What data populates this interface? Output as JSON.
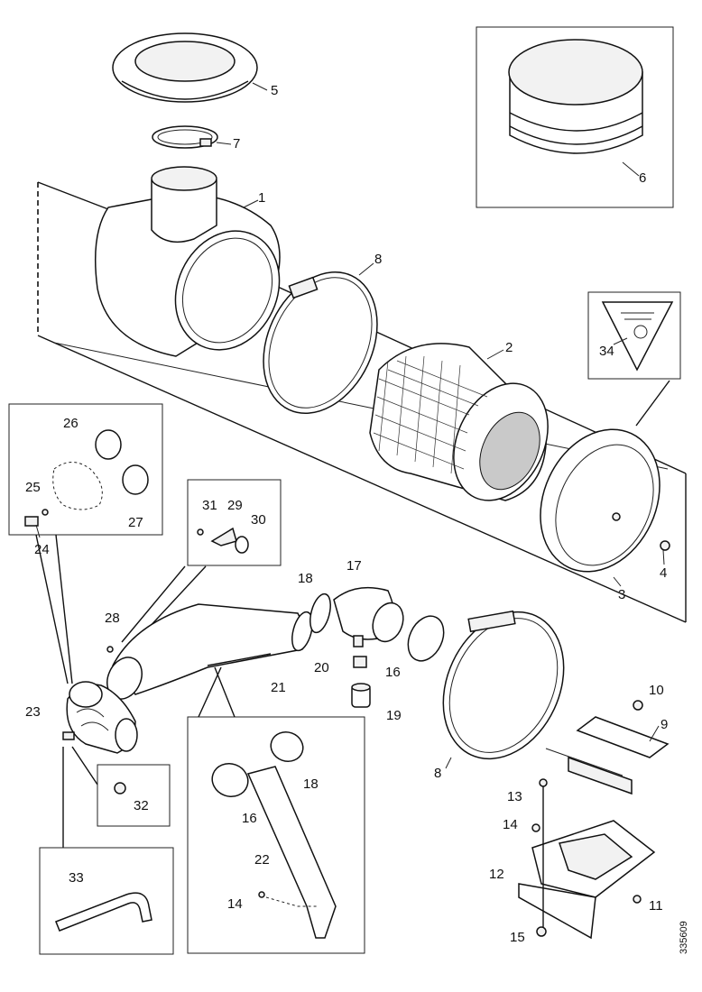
{
  "labels": {
    "p1": "1",
    "p2": "2",
    "p3": "3",
    "p4": "4",
    "p5": "5",
    "p6": "6",
    "p7": "7",
    "p8a": "8",
    "p8b": "8",
    "p9": "9",
    "p10": "10",
    "p11": "11",
    "p12": "12",
    "p13": "13",
    "p14a": "14",
    "p14b": "14",
    "p15": "15",
    "p16a": "16",
    "p16b": "16",
    "p17": "17",
    "p18a": "18",
    "p18b": "18",
    "p19": "19",
    "p20": "20",
    "p21": "21",
    "p22": "22",
    "p23": "23",
    "p24": "24",
    "p25": "25",
    "p26": "26",
    "p27": "27",
    "p28": "28",
    "p29": "29",
    "p30": "30",
    "p31": "31",
    "p32": "32",
    "p33": "33",
    "p34": "34"
  },
  "reference_code": "335609"
}
